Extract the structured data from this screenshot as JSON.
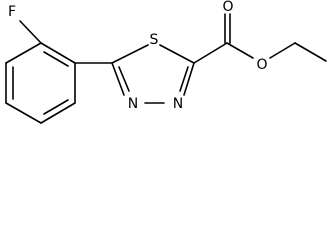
{
  "molecule": {
    "atoms": {
      "fluorine": "F",
      "sulfur": "S",
      "nitrogen_1": "N",
      "nitrogen_2": "N",
      "oxygen_carbonyl": "O",
      "oxygen_ester": "O"
    }
  },
  "colors": {
    "bond": "#000000",
    "label": "#000000",
    "background": "#ffffff"
  }
}
